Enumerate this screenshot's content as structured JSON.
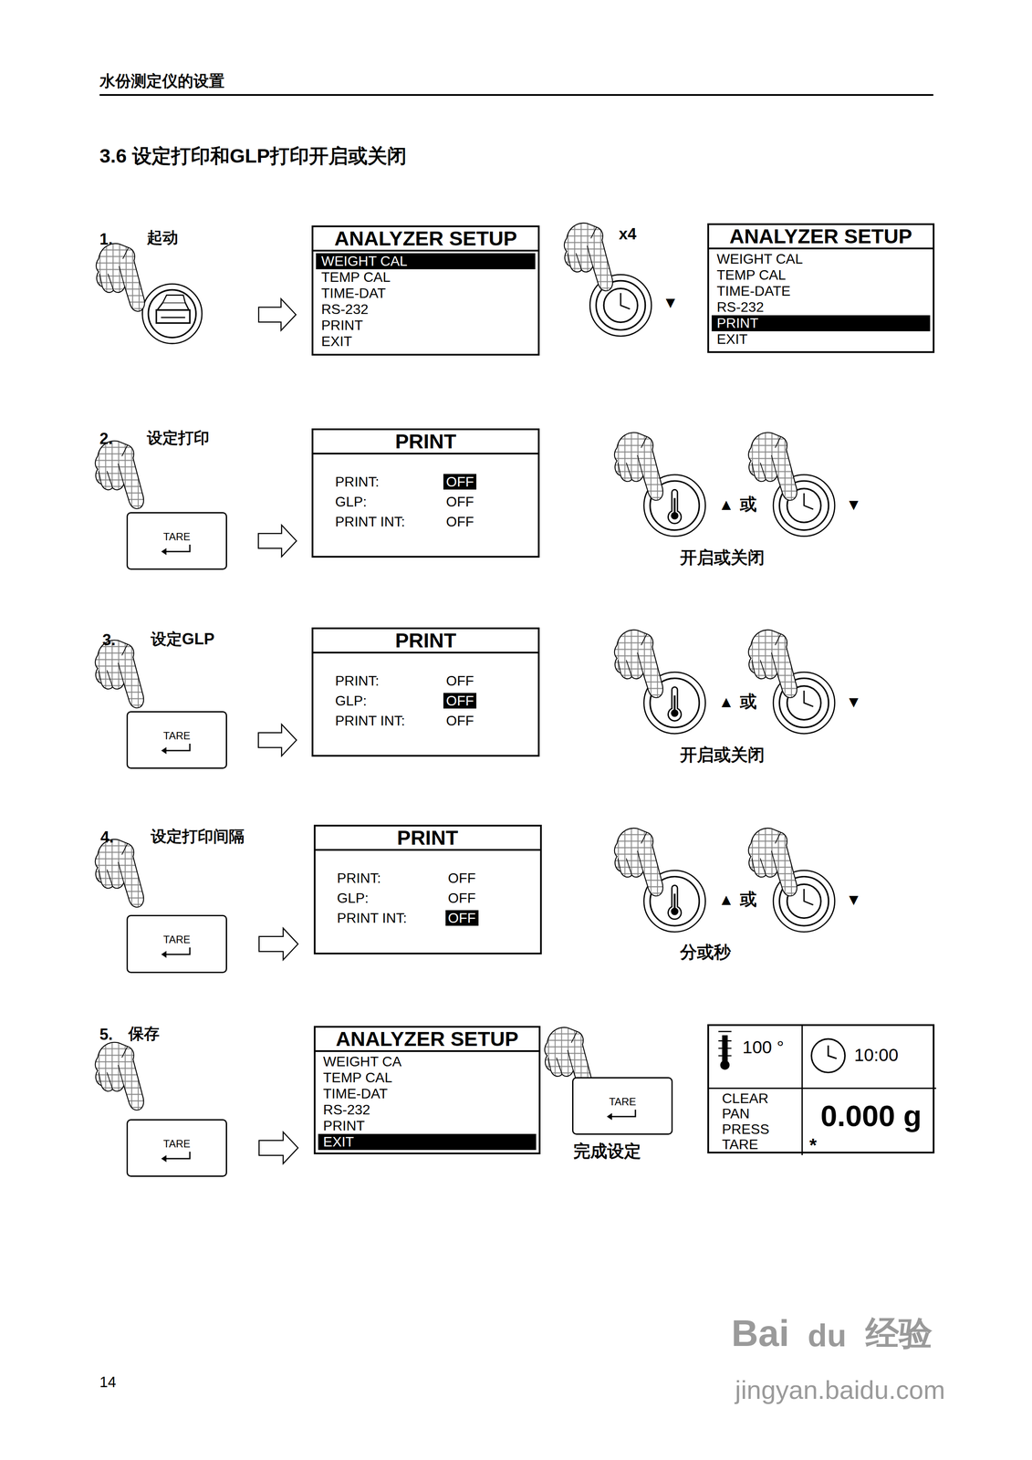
{
  "diagram": {
    "title": "3.6 设定打印和GLP打印开启或关闭",
    "nodes": [
      {
        "text": [
          "ANALYZER SETUP",
          "WEIGHT CAL",
          "TEMP CAL",
          "TIME-DAT",
          "RS-232",
          "PRINT",
          "EXIT"
        ]
      },
      {
        "text": [
          "ANALYZER SETUP",
          "WEIGHT CAL",
          "TEMP CAL",
          "TIME-DATE",
          "RS-232",
          "PRINT",
          "EXIT"
        ]
      },
      {
        "text": [
          "TARE"
        ]
      },
      {
        "text": [
          "PRINT",
          "PRINT:",
          "OFF",
          "GLP:",
          "OFF",
          "PRINT INT:",
          "OFF"
        ]
      },
      {
        "text": [
          "TARE"
        ]
      },
      {
        "text": [
          "PRINT",
          "PRINT:",
          "OFF",
          "GLP:",
          "OFF",
          "PRINT INT:",
          "OFF"
        ]
      },
      {
        "text": [
          "TARE"
        ]
      },
      {
        "text": [
          "PRINT",
          "PRINT:",
          "OFF",
          "GLP:",
          "OFF",
          "PRINT INT:",
          "OFF"
        ]
      },
      {
        "text": [
          "TARE"
        ]
      },
      {
        "text": [
          "ANALYZER SETUP",
          "WEIGHT CA",
          "TEMP CAL",
          "TIME-DAT",
          "RS-232",
          "PRINT",
          "EXIT"
        ]
      },
      {
        "text": [
          "TARE"
        ]
      },
      {
        "text": [
          "100 °",
          "10:00",
          "CLEAR PAN PRESS TARE",
          "0.000 g",
          "*"
        ]
      }
    ],
    "edges": [
      {
        "from": 2,
        "to": 3,
        "arrow": "to"
      },
      {
        "from": 4,
        "to": 5,
        "arrow": "to"
      },
      {
        "from": 6,
        "to": 7,
        "arrow": "to"
      },
      {
        "from": 8,
        "to": 9,
        "arrow": "to"
      }
    ],
    "labels": [
      "水份测定仪的设置",
      "1.",
      "起动",
      "x4",
      "▼",
      "2.",
      "设定打印",
      "▲",
      "或",
      "▼",
      "开启或关闭",
      "3.",
      "设定GLP",
      "▲",
      "或",
      "▼",
      "开启或关闭",
      "4.",
      "设定打印间隔",
      "▲",
      "或",
      "▼",
      "分或秒",
      "5.",
      "保存",
      "完成设定",
      "14",
      "Bai",
      "du",
      "经验",
      "jingyan.baidu.com"
    ]
  }
}
